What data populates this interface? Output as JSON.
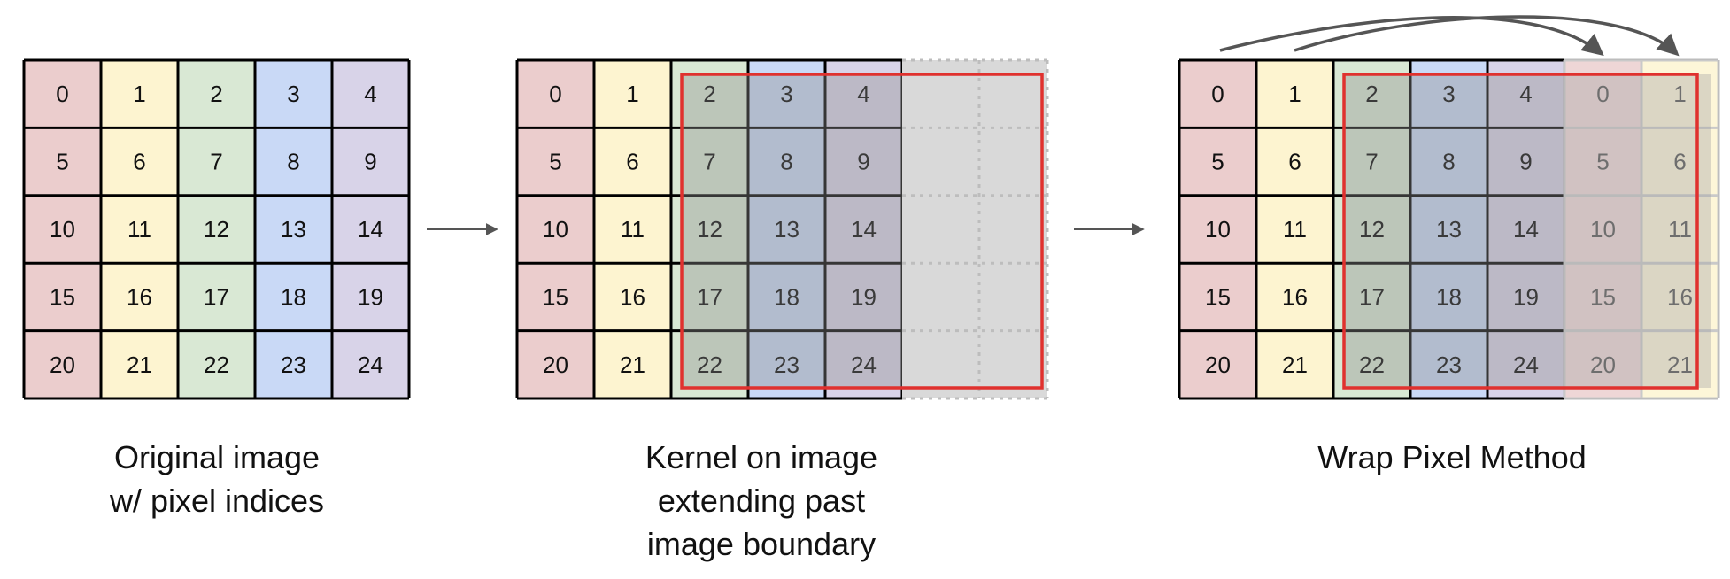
{
  "colors": {
    "col0": "#ebcdcd",
    "col1": "#fdf4d0",
    "col2": "#d9e8d4",
    "col3": "#c9d9f6",
    "col4": "#d8d3e8",
    "kernel": "#e0312e",
    "shade": "#8f8f8f",
    "outside": "#d9d9d9",
    "grid": "#000000",
    "dotted": "#bdbdbd",
    "arrow": "#555555"
  },
  "panels": {
    "original": {
      "cells": [
        [
          0,
          1,
          2,
          3,
          4
        ],
        [
          5,
          6,
          7,
          8,
          9
        ],
        [
          10,
          11,
          12,
          13,
          14
        ],
        [
          15,
          16,
          17,
          18,
          19
        ],
        [
          20,
          21,
          22,
          23,
          24
        ]
      ],
      "caption": [
        "Original image",
        "w/ pixel indices"
      ]
    },
    "kernel": {
      "cells": [
        [
          0,
          1,
          2,
          3,
          4
        ],
        [
          5,
          6,
          7,
          8,
          9
        ],
        [
          10,
          11,
          12,
          13,
          14
        ],
        [
          15,
          16,
          17,
          18,
          19
        ],
        [
          20,
          21,
          22,
          23,
          24
        ]
      ],
      "caption": [
        "Kernel on image",
        "extending past",
        "image boundary"
      ]
    },
    "wrap": {
      "cells": [
        [
          0,
          1,
          2,
          3,
          4
        ],
        [
          5,
          6,
          7,
          8,
          9
        ],
        [
          10,
          11,
          12,
          13,
          14
        ],
        [
          15,
          16,
          17,
          18,
          19
        ],
        [
          20,
          21,
          22,
          23,
          24
        ]
      ],
      "wrapped": [
        [
          0,
          1
        ],
        [
          5,
          6
        ],
        [
          10,
          11
        ],
        [
          15,
          16
        ],
        [
          20,
          21
        ]
      ],
      "caption": [
        "Wrap Pixel Method"
      ]
    }
  }
}
